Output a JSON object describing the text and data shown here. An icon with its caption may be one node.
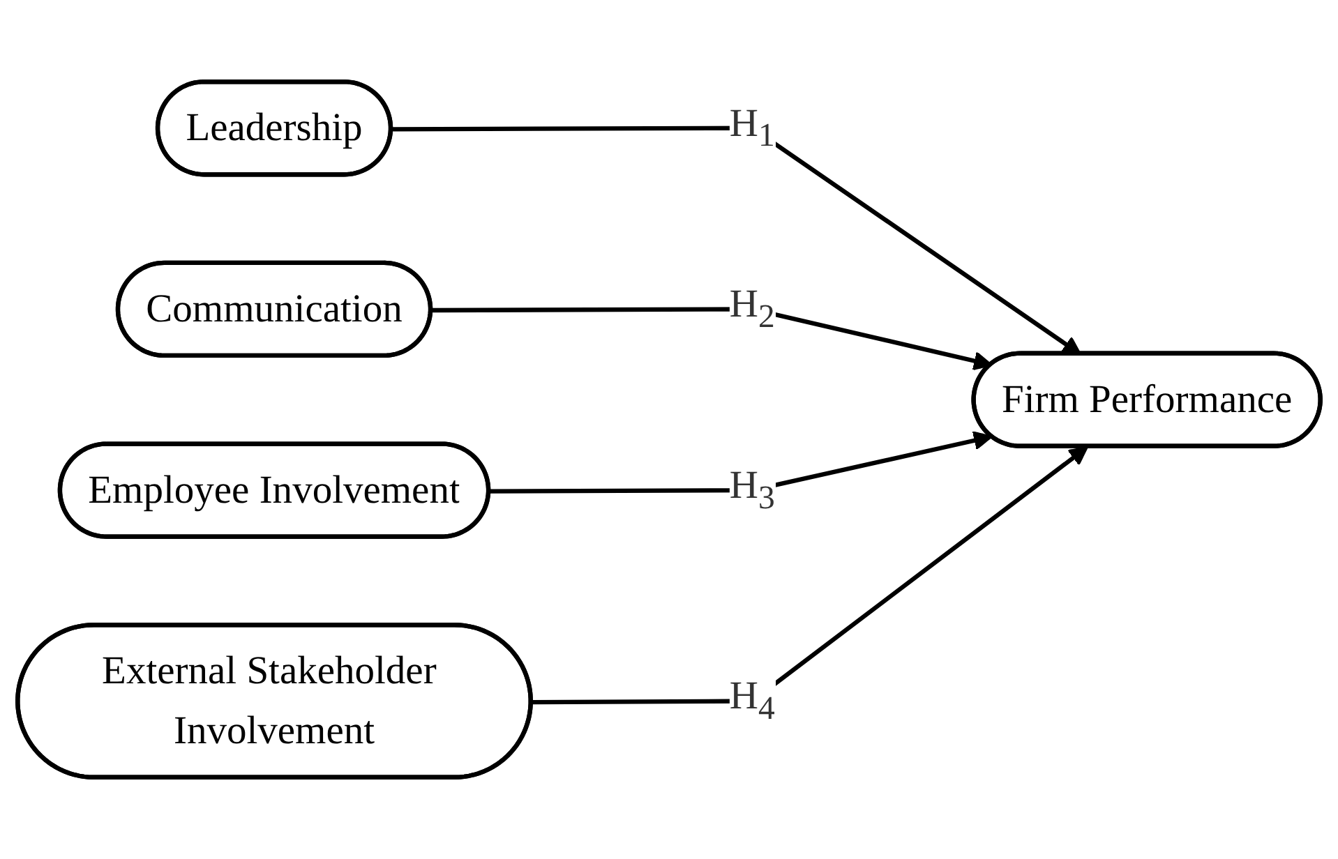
{
  "diagram": {
    "nodes": [
      {
        "text": [
          "Leadership"
        ]
      },
      {
        "text": [
          "Communication"
        ]
      },
      {
        "text": [
          "Employee Involvement"
        ]
      },
      {
        "text": [
          "External Stakeholder Involvement"
        ]
      },
      {
        "text": [
          "Firm Performance"
        ]
      }
    ],
    "edges": [
      {
        "from": 0,
        "to": 4,
        "arrow": "to",
        "label": "H$_{1}$"
      },
      {
        "from": 1,
        "to": 4,
        "arrow": "to",
        "label": "H$_{2}$"
      },
      {
        "from": 2,
        "to": 4,
        "arrow": "to",
        "label": "H$_{3}$"
      },
      {
        "from": 3,
        "to": 4,
        "arrow": "to",
        "label": "H$_{4}$"
      }
    ]
  }
}
